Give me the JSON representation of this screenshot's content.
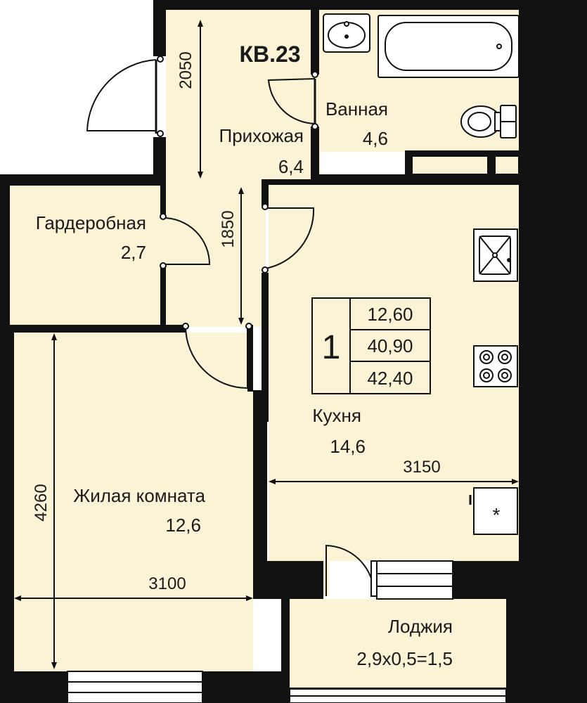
{
  "apartment": {
    "label": "КВ.23"
  },
  "rooms": {
    "hallway": {
      "name": "Прихожая",
      "area": "6,4"
    },
    "bathroom": {
      "name": "Ванная",
      "area": "4,6"
    },
    "wardrobe": {
      "name": "Гардеробная",
      "area": "2,7"
    },
    "living": {
      "name": "Жилая комната",
      "area": "12,6"
    },
    "kitchen": {
      "name": "Кухня",
      "area": "14,6"
    },
    "loggia": {
      "name": "Лоджия",
      "area": "2,9x0,5=1,5"
    }
  },
  "dimensions": {
    "hall_length": "2050",
    "corridor_length": "1850",
    "living_length": "4260",
    "living_width": "3100",
    "kitchen_width": "3150"
  },
  "summary": {
    "rooms_count": "1",
    "living_area": "12,60",
    "total_area": "40,90",
    "total_area_with_loggia": "42,40"
  },
  "icons": [
    "sink-icon",
    "bathtub-icon",
    "toilet-icon",
    "kitchen-sink-icon",
    "cooktop-icon",
    "fridge-icon"
  ],
  "colors": {
    "wall": "#111111",
    "floor": "#fbf3d6"
  }
}
